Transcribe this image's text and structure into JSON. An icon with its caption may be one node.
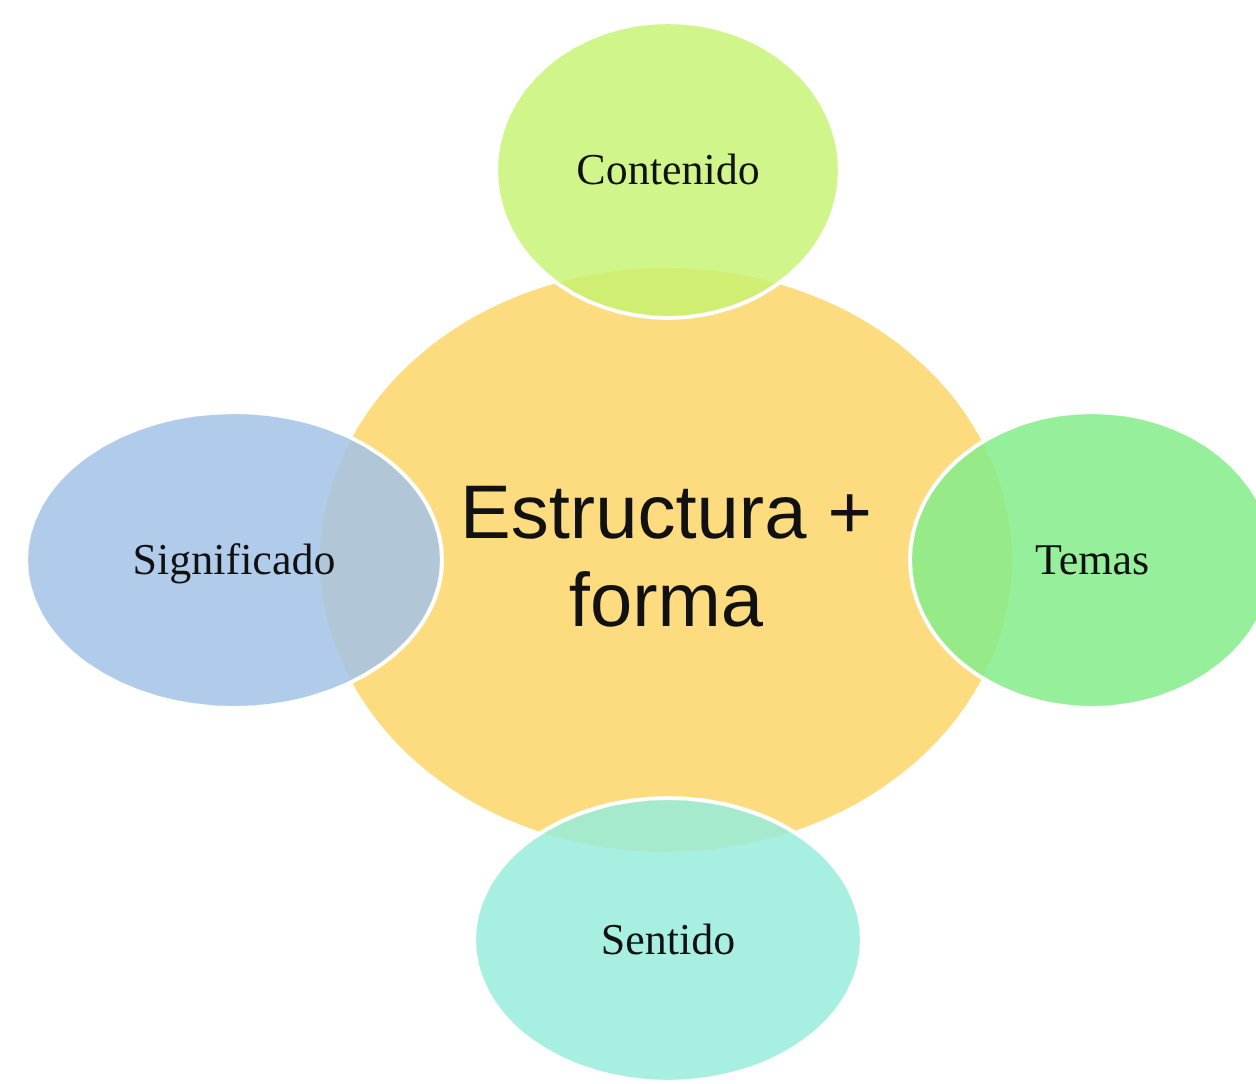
{
  "diagram": {
    "nodes": [
      {
        "text": [
          "Contenido"
        ]
      },
      {
        "text": [
          "Significado"
        ]
      },
      {
        "text": [
          "Estructura + forma"
        ]
      },
      {
        "text": [
          "Temas"
        ]
      },
      {
        "text": [
          "Sentido"
        ]
      }
    ]
  }
}
